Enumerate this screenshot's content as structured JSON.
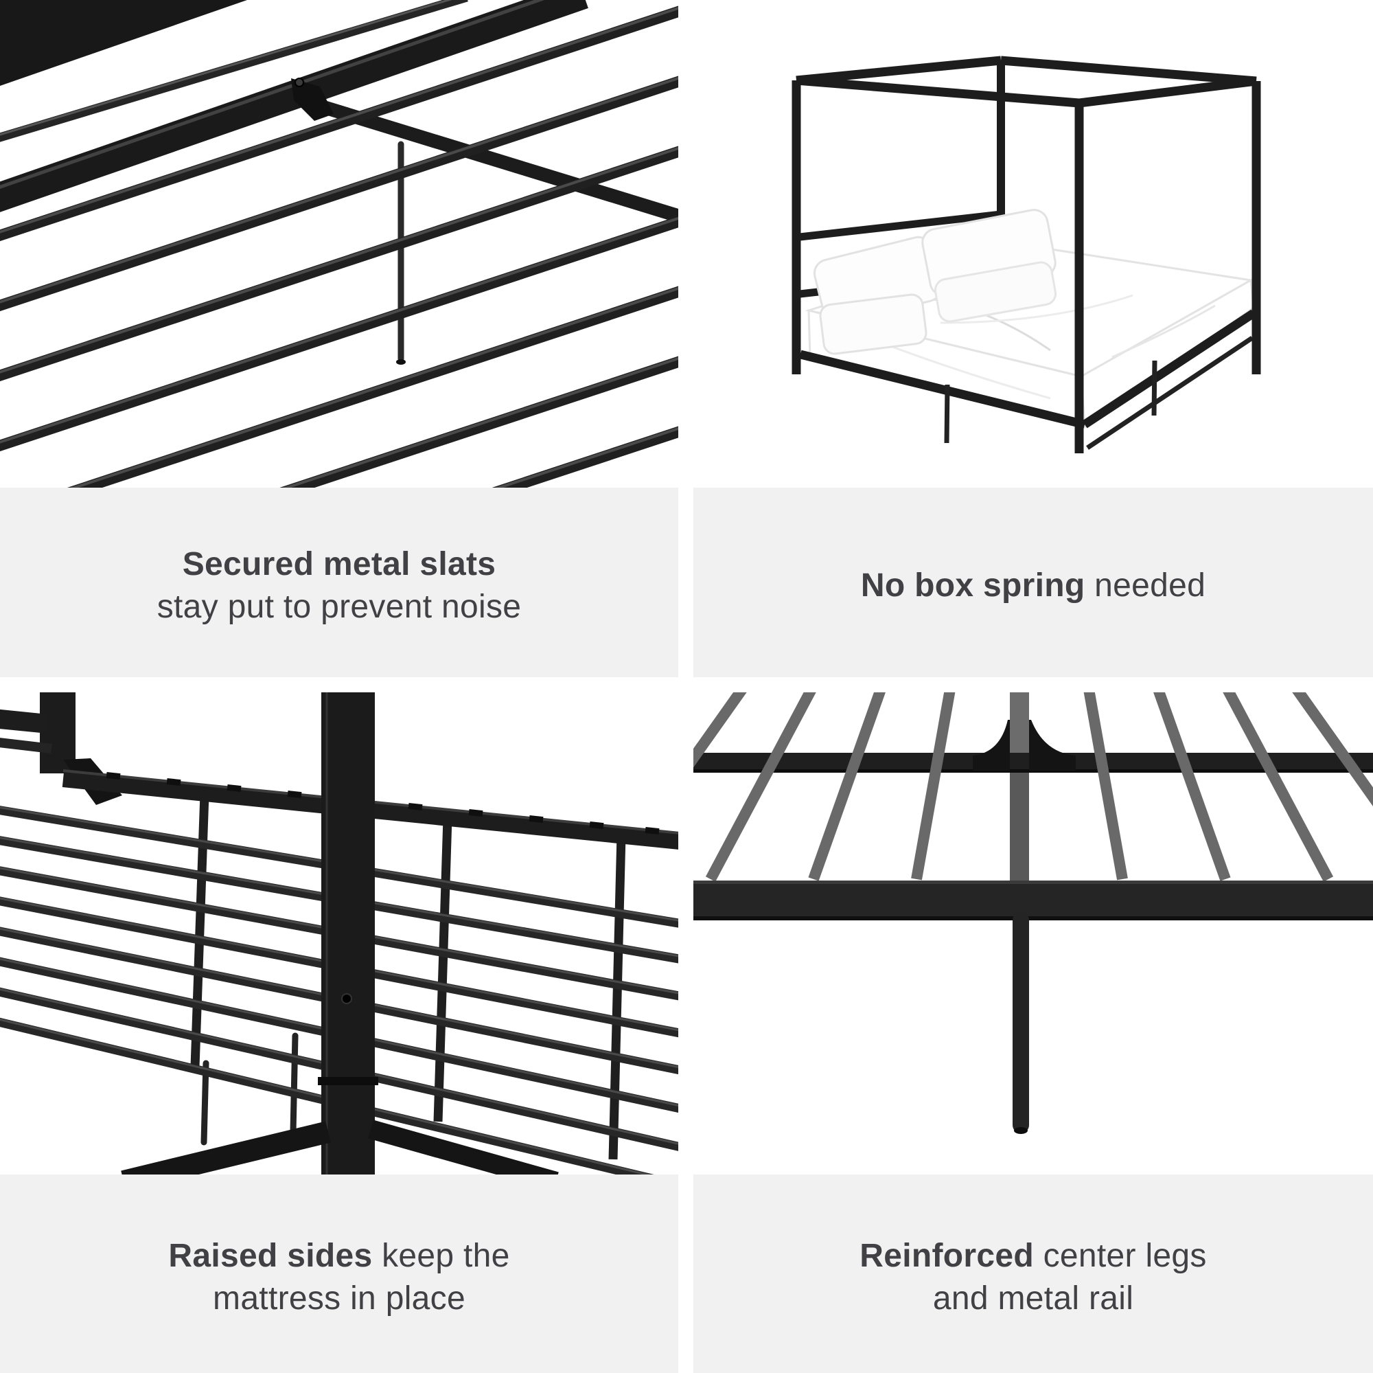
{
  "page": {
    "type": "product-feature-collage",
    "background": "#ffffff",
    "grid": "2x2"
  },
  "colors": {
    "caption_band_bg": "#f1f1f1",
    "caption_text": "#414145",
    "metal_black": "#1d1d1d",
    "slat_gray": "#696969",
    "photo_bg": "#ffffff"
  },
  "cards": [
    {
      "id": "secured-slats",
      "photo_alt": "Close-up of black metal bed slats secured to a center support rail with a bracket and center leg",
      "caption": {
        "line1_bold": "Secured metal slats",
        "line1_rest": "",
        "line2_bold": "",
        "line2_rest": "stay put to prevent noise"
      }
    },
    {
      "id": "no-box-spring",
      "photo_alt": "Black metal canopy platform bed with white mattress and pillows, no box spring",
      "caption": {
        "line1_bold": "No box spring",
        "line1_rest": " needed",
        "line2_bold": "",
        "line2_rest": ""
      }
    },
    {
      "id": "raised-sides",
      "photo_alt": "Corner view of bed frame with raised side rails holding the slat grid in place",
      "caption": {
        "line1_bold": "Raised sides",
        "line1_rest": " keep the",
        "line2_bold": "",
        "line2_rest": "mattress in place"
      }
    },
    {
      "id": "reinforced-center",
      "photo_alt": "Underside of bed frame showing reinforced center metal rail and center leg",
      "caption": {
        "line1_bold": "Reinforced",
        "line1_rest": " center legs",
        "line2_bold": "",
        "line2_rest": "and metal rail"
      }
    }
  ]
}
